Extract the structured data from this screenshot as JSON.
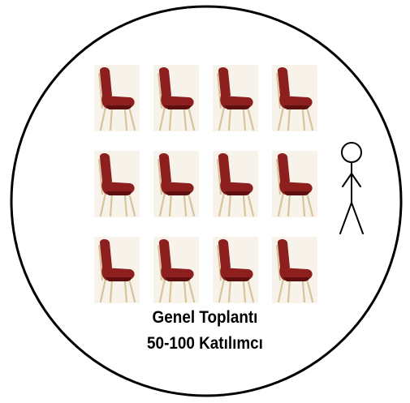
{
  "caption": {
    "title": "Genel Toplantı",
    "subtitle": "50-100 Katılımcı"
  },
  "seating": {
    "rows": 3,
    "columns": 4
  },
  "icons": {
    "chair": "banquet-chair-icon",
    "person": "stick-figure-icon"
  },
  "colors": {
    "border": "#000000",
    "chair_fabric": "#8e1f1f",
    "chair_fabric_shadow": "#5e1010",
    "chair_frame": "#d8c49a",
    "chair_backdrop": "#f7f3ea"
  }
}
